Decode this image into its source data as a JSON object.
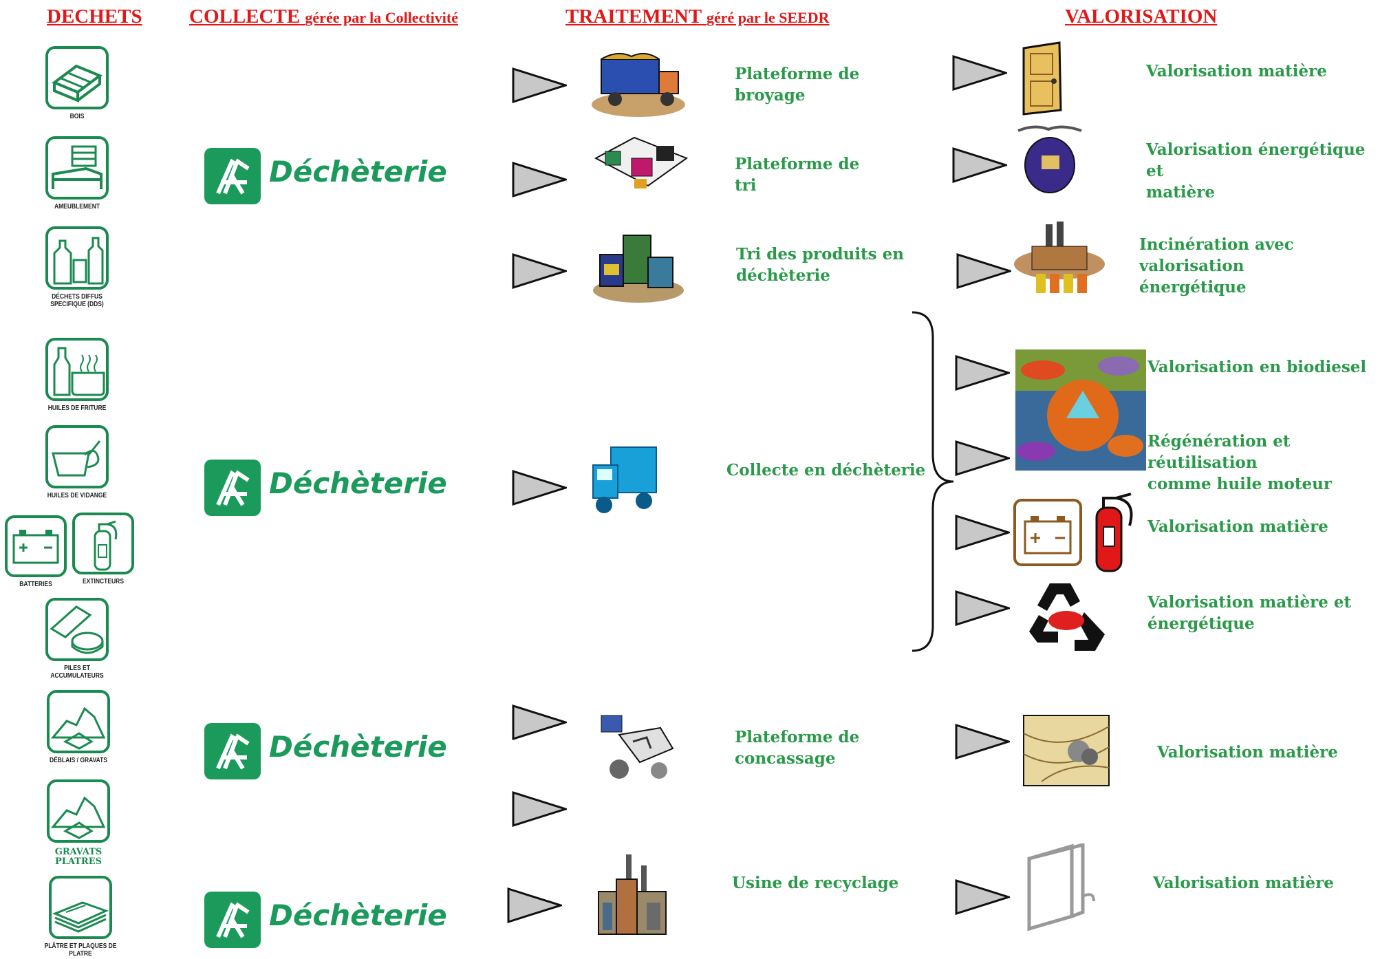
{
  "headers": {
    "dechets": "DECHETS",
    "collecte": "COLLECTE",
    "collecte_sub": "gérée par la Collectivité",
    "traitement": "TRAITEMENT",
    "traitement_sub": "géré par le SEEDR",
    "valorisation": "VALORISATION"
  },
  "waste_types": [
    {
      "label": "BOIS",
      "icon": "pallet-icon"
    },
    {
      "label": "AMEUBLEMENT",
      "icon": "furniture-icon"
    },
    {
      "label": "DÉCHETS DIFFUS SPECIFIQUE (DDS)",
      "icon": "chemical-bottles-icon"
    },
    {
      "label": "HUILES DE FRITURE",
      "icon": "frying-oil-icon"
    },
    {
      "label": "HUILES DE VIDANGE",
      "icon": "oil-can-icon"
    },
    {
      "label": "BATTERIES",
      "icon": "battery-icon"
    },
    {
      "label": "EXTINCTEURS",
      "icon": "extinguisher-icon"
    },
    {
      "label": "PILES ET ACCUMULATEURS",
      "icon": "batteries-cells-icon"
    },
    {
      "label": "DÉBLAIS / GRAVATS",
      "icon": "rubble-icon"
    },
    {
      "label": "GRAVATS PLATRES",
      "icon": "plaster-rubble-icon"
    },
    {
      "label": "PLÂTRE ET PLAQUES DE PLATRE",
      "icon": "plasterboard-icon"
    }
  ],
  "collecte": {
    "logo_text": "Déchèterie",
    "icon": "decheterie-logo-icon"
  },
  "traitement": [
    {
      "label": "Plateforme de broyage",
      "line1": "Plateforme de",
      "line2": "broyage",
      "icon": "dump-truck-icon"
    },
    {
      "label": "Plateforme de tri",
      "line1": "Plateforme de",
      "line2": "tri",
      "icon": "sorting-icon"
    },
    {
      "label": "Tri des produits en déchèterie",
      "line1": "Tri des produits en",
      "line2": "déchèterie",
      "icon": "paint-cans-icon"
    },
    {
      "label": "Collecte en déchèterie",
      "line1": "Collecte en  déchèterie",
      "line2": "",
      "icon": "collection-truck-icon"
    },
    {
      "label": "Plateforme de concassage",
      "line1": "Plateforme de",
      "line2": "concassage",
      "icon": "crusher-icon"
    },
    {
      "label": "Usine de recyclage",
      "line1": "Usine de recyclage",
      "line2": "",
      "icon": "factory-icon"
    }
  ],
  "valorisation": [
    {
      "line1": "Valorisation matière",
      "line2": "",
      "icon": "door-icon"
    },
    {
      "line1": "Valorisation énergétique et",
      "line2": "matière",
      "icon": "incinerator-icon"
    },
    {
      "line1": "Incinération avec valorisation",
      "line2": "énergétique",
      "icon": "incineration-plant-icon"
    },
    {
      "line1": "Valorisation en biodiesel",
      "line2": "",
      "icon": "recycling-cars-icon"
    },
    {
      "line1": "Régénération et réutilisation",
      "line2": "comme huile moteur",
      "icon": "recycling-cars-icon"
    },
    {
      "line1": "Valorisation matière",
      "line2": "",
      "icon": "battery-extinguisher-icon"
    },
    {
      "line1": "Valorisation matière et",
      "line2": "énergétique",
      "icon": "recycle-arrows-icon"
    },
    {
      "line1": "Valorisation matière",
      "line2": "",
      "icon": "quarry-icon"
    },
    {
      "line1": "Valorisation matière",
      "line2": "",
      "icon": "plasterboard-panel-icon"
    }
  ]
}
